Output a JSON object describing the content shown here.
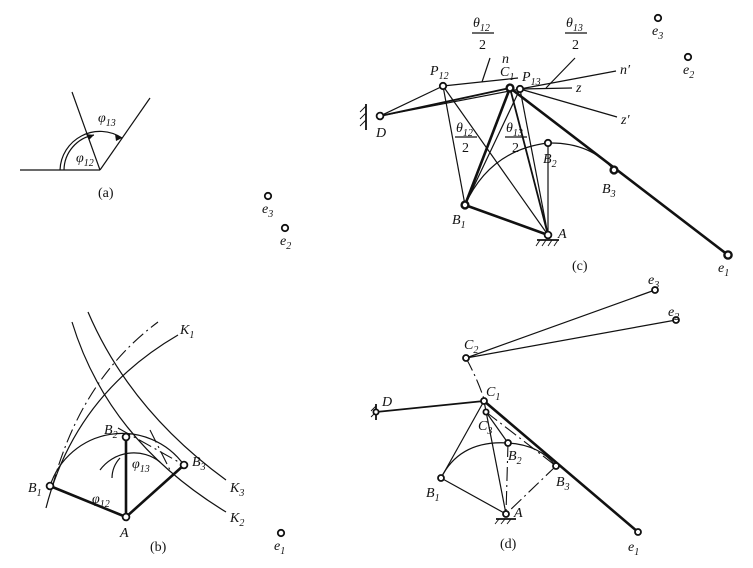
{
  "panel_a": {
    "caption": "(a)",
    "phi12": "φ",
    "phi12_sub": "12",
    "phi13": "φ",
    "phi13_sub": "13",
    "e3": "e",
    "e3_sub": "3",
    "e2": "e",
    "e2_sub": "2"
  },
  "panel_b": {
    "caption": "(b)",
    "K1": "K",
    "K1_sub": "1",
    "K2": "K",
    "K2_sub": "2",
    "K3": "K",
    "K3_sub": "3",
    "B1": "B",
    "B1_sub": "1",
    "B2": "B",
    "B2_sub": "2",
    "B3": "B",
    "B3_sub": "3",
    "A": "A",
    "phi12": "φ",
    "phi12_sub": "12",
    "phi13": "φ",
    "phi13_sub": "13",
    "e1": "e",
    "e1_sub": "1"
  },
  "panel_c": {
    "caption": "(c)",
    "theta12_top": "θ",
    "theta12_top_sub": "12",
    "theta12_top_den": "2",
    "theta13_top": "θ",
    "theta13_top_sub": "13",
    "theta13_top_den": "2",
    "theta12_mid": "θ",
    "theta12_mid_sub": "12",
    "theta12_mid_den": "2",
    "theta13_mid": "θ",
    "theta13_mid_sub": "13",
    "theta13_mid_den": "2",
    "P12": "P",
    "P12_sub": "12",
    "P13": "P",
    "P13_sub": "13",
    "C1": "C",
    "C1_sub": "1",
    "n": "n",
    "n_prime": "n′",
    "z": "z",
    "z_prime": "z′",
    "D": "D",
    "B1": "B",
    "B1_sub": "1",
    "B2": "B",
    "B2_sub": "2",
    "B3": "B",
    "B3_sub": "3",
    "A": "A",
    "e1": "e",
    "e1_sub": "1",
    "e2": "e",
    "e2_sub": "2",
    "e3": "e",
    "e3_sub": "3"
  },
  "panel_d": {
    "caption": "(d)",
    "e3": "e",
    "e3_sub": "3",
    "e2": "e",
    "e2_sub": "2",
    "e1": "e",
    "e1_sub": "1",
    "C1": "C",
    "C1_sub": "1",
    "C2": "C",
    "C2_sub": "2",
    "C3": "C",
    "C3_sub": "3",
    "D": "D",
    "B1": "B",
    "B1_sub": "1",
    "B2": "B",
    "B2_sub": "2",
    "B3": "B",
    "B3_sub": "3",
    "A": "A"
  }
}
